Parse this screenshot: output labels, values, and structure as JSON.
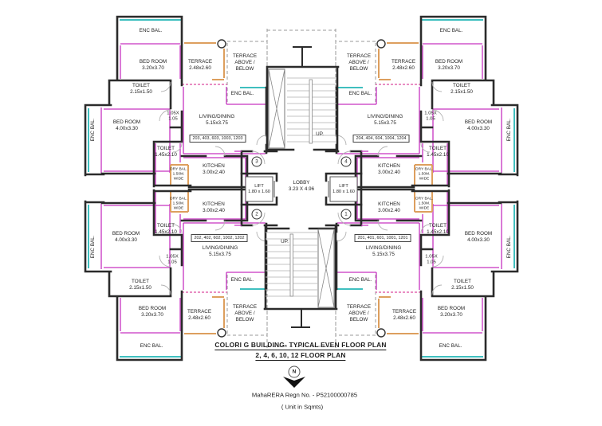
{
  "footer": {
    "title_line1": "COLORI G BUILDING- TYPICAL EVEN FLOOR PLAN",
    "title_line2": "2, 4, 6, 10, 12 FLOOR PLAN",
    "rera_line": "MahaRERA Regn No. - P52100000785",
    "unit_note": "( Unit in Sqmts)",
    "north_label": "N"
  },
  "core": {
    "lobby_name": "LOBBY",
    "lobby_dim": "3.23 X 4.96",
    "lift_name": "LIFT",
    "lift_dim": "1.80 x 1.60",
    "up_label": "UP.",
    "stair_numbers": [
      "1",
      "2",
      "3",
      "4"
    ]
  },
  "rooms": {
    "enc_bal": "ENC BAL.",
    "bed_room": "BED ROOM",
    "bed_small_dim": "3.20x3.70",
    "bed_large_dim": "4.00x3.30",
    "toilet": "TOILET",
    "toilet_a_dim": "2.15x1.50",
    "toilet_b_dim": "1.45x2.10",
    "terrace": "TERRACE",
    "terrace_dim": "2.48x2.60",
    "terrace_above_below": "TERRACE ABOVE / BELOW",
    "living": "LIVING/DINING",
    "living_dim": "5.15x3.75",
    "kitchen": "KITCHEN",
    "kitchen_dim": "3.00x2.40",
    "dry_bal": "DRY BAL. 1.50M. WIDE",
    "passage_dim": "1.05X 1.05"
  },
  "units": {
    "top_left": {
      "numbers": "203, 403, 603, 1003, 1203"
    },
    "top_right": {
      "numbers": "204, 404, 604, 1004, 1204"
    },
    "bottom_left": {
      "numbers": "202, 402, 602, 1002, 1202"
    },
    "bottom_right": {
      "numbers": "201, 401, 601, 1001, 1201"
    }
  },
  "colors": {
    "wall": "#2b2b2b",
    "interior_magenta": "#c733c1",
    "balcony_cyan": "#3fbfbf",
    "terrace_orange": "#dd9f5e",
    "terrace_edge_pink": "#e26ab0"
  }
}
